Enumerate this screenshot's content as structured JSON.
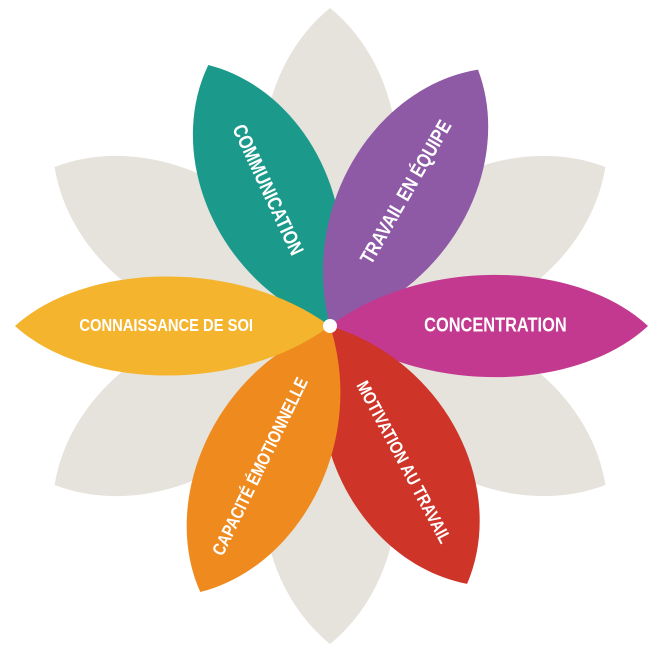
{
  "background_petal_color": "#e6e3dc",
  "petals": [
    {
      "label": "COMMUNICATION",
      "color": "#1b9a8b"
    },
    {
      "label": "TRAVAIL EN ÉQUIPE",
      "color": "#8e5aa6"
    },
    {
      "label": "CONCENTRATION",
      "color": "#c2398f"
    },
    {
      "label": "MOTIVATION AU TRAVAIL",
      "color": "#cf3428"
    },
    {
      "label": "CAPACITÉ ÉMOTIONNELLE",
      "color": "#ee8a1e"
    },
    {
      "label": "CONNAISSANCE DE SOI",
      "color": "#f4b42e"
    }
  ]
}
